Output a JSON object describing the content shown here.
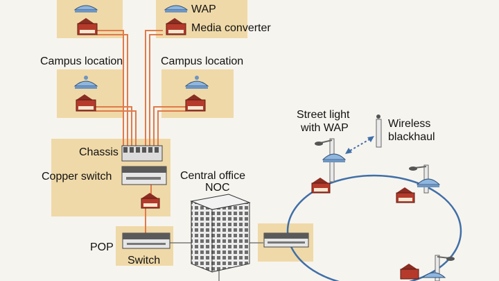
{
  "labels": {
    "wap": "WAP",
    "media_converter": "Media converter",
    "campus_location_left": "Campus location",
    "campus_location_right": "Campus location",
    "chassis": "Chassis",
    "copper_switch": "Copper switch",
    "central_office_line1": "Central office",
    "central_office_line2": "NOC",
    "pop": "POP",
    "switch": "Switch",
    "street_light_line1": "Street light",
    "street_light_line2": "with WAP",
    "wireless_line1": "Wireless",
    "wireless_line2": "blackhaul"
  },
  "colors": {
    "panel": "#efd9a8",
    "fiber": "#e07a4a",
    "ring": "#3f6fa8",
    "device_red": "#b53a2b",
    "wap_blue": "#8fb6de",
    "switch_gray": "#5a5a5a",
    "background": "#f6f4ee"
  }
}
